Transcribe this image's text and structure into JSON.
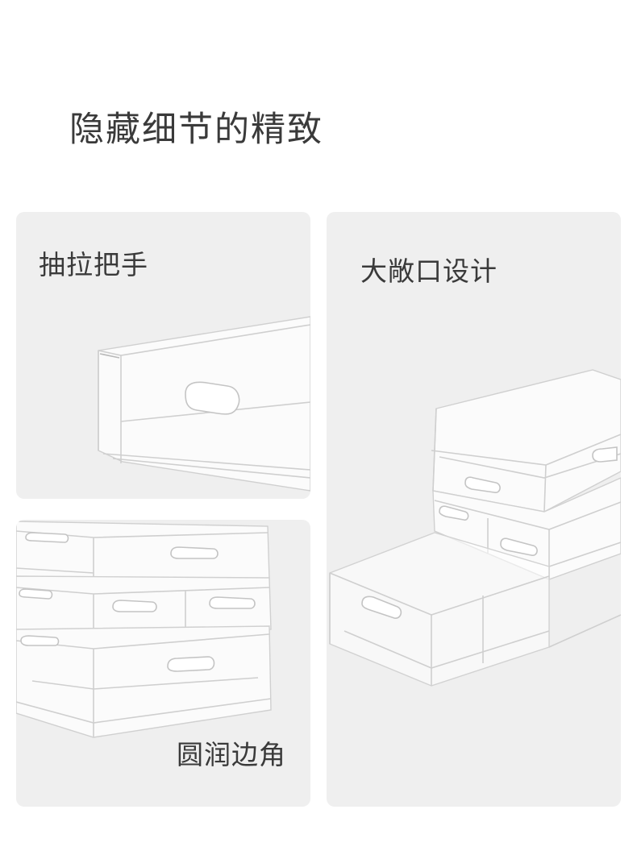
{
  "page": {
    "title": "隐藏细节的精致"
  },
  "features": [
    {
      "label": "抽拉把手",
      "image": "clear-drawer-handle-closeup"
    },
    {
      "label": "圆润边角",
      "image": "stacked-clear-drawers-rounded-corners"
    },
    {
      "label": "大敞口设计",
      "image": "stacked-clear-drawers-open-front"
    }
  ],
  "colors": {
    "background": "#ffffff",
    "panel": "#efefef",
    "text": "#3a3a3a"
  }
}
